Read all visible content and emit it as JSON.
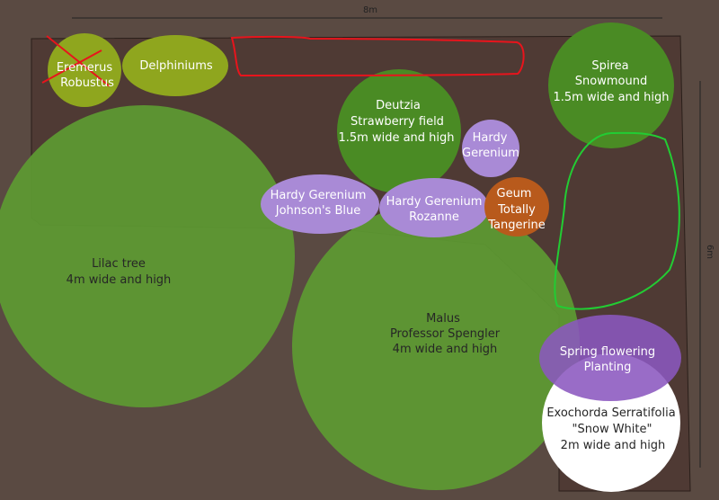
{
  "dimensions": {
    "width_label": "8m",
    "height_label": "6m"
  },
  "colors": {
    "background": "#5a4a42",
    "bed": "#4f3a34",
    "large_tree": "#5e9a33",
    "shrub": "#4a8b24",
    "small_plant": "#8fa61e",
    "perennial": "#a98ad6",
    "geum": "#b85a1c",
    "spring_planting": "#8b58bf",
    "exochorda": "#ffffff",
    "red_mark": "#e8141c",
    "green_mark": "#22cc33"
  },
  "plants": {
    "eremerus": {
      "line1": "Eremerus",
      "line2": "Robustus"
    },
    "delphiniums": {
      "line1": "Delphiniums"
    },
    "deutzia": {
      "line1": "Deutzia",
      "line2": "Strawberry field",
      "line3": "1.5m wide and high"
    },
    "spirea": {
      "line1": "Spirea",
      "line2": "Snowmound",
      "line3": "1.5m wide and high"
    },
    "hardy_geranium_small": {
      "line1": "Hardy",
      "line2": "Gerenium"
    },
    "hardy_geranium_johnsons": {
      "line1": "Hardy Gerenium",
      "line2": "Johnson's Blue"
    },
    "hardy_geranium_rozanne": {
      "line1": "Hardy Gerenium",
      "line2": "Rozanne"
    },
    "geum": {
      "line1": "Geum",
      "line2": "Totally",
      "line3": "Tangerine"
    },
    "lilac": {
      "line1": "Lilac tree",
      "line2": "4m wide and high"
    },
    "malus": {
      "line1": "Malus",
      "line2": "Professor Spengler",
      "line3": "4m wide and high"
    },
    "spring_planting": {
      "line1": "Spring flowering",
      "line2": "Planting"
    },
    "exochorda": {
      "line1": "Exochorda Serratifolia",
      "line2": "\"Snow White\"",
      "line3": "2m wide and high"
    }
  }
}
